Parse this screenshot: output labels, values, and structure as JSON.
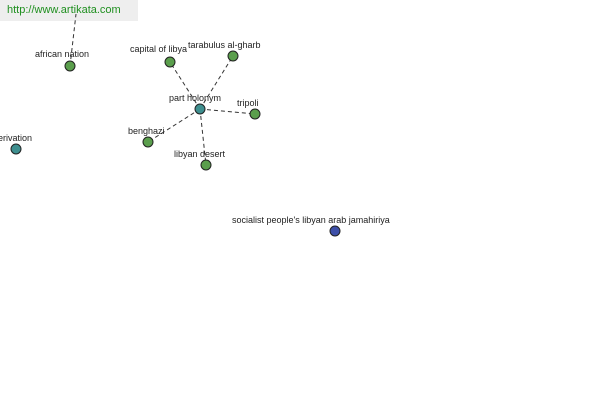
{
  "watermark": "http://www.artikata.com",
  "colors": {
    "green": "#5a9e4c",
    "teal": "#3e8f8f",
    "navy": "#3d4fa8"
  },
  "nodes": [
    {
      "id": "part-holonym",
      "label": "part holonym",
      "color": "teal"
    },
    {
      "id": "capital-of-libya",
      "label": "capital of libya",
      "color": "green"
    },
    {
      "id": "tarabulus-al-gharb",
      "label": "tarabulus al-gharb",
      "color": "green"
    },
    {
      "id": "tripoli",
      "label": "tripoli",
      "color": "green"
    },
    {
      "id": "libyan-desert",
      "label": "libyan desert",
      "color": "green"
    },
    {
      "id": "benghazi",
      "label": "benghazi",
      "color": "green"
    },
    {
      "id": "african-nation",
      "label": "african nation",
      "color": "green"
    },
    {
      "id": "derivation",
      "label": "erivation",
      "color": "teal"
    },
    {
      "id": "socialist-peoples-libyan-arab-jamahiriya",
      "label": "socialist people's libyan arab jamahiriya",
      "color": "navy"
    }
  ],
  "edges": [
    {
      "from": "part-holonym",
      "to": "capital-of-libya"
    },
    {
      "from": "part-holonym",
      "to": "tarabulus-al-gharb"
    },
    {
      "from": "part-holonym",
      "to": "tripoli"
    },
    {
      "from": "part-holonym",
      "to": "libyan-desert"
    },
    {
      "from": "part-holonym",
      "to": "benghazi"
    },
    {
      "from": "african-nation",
      "to": "offscreen-top"
    }
  ]
}
